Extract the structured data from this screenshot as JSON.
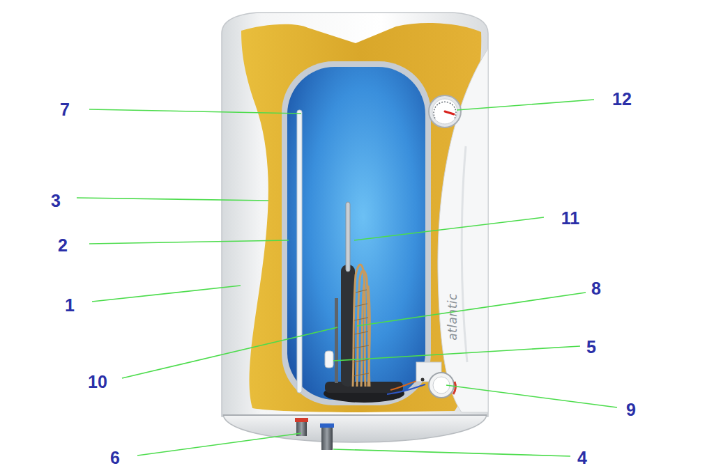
{
  "diagram": {
    "labels": [
      "7",
      "12",
      "3",
      "11",
      "2",
      "8",
      "1",
      "5",
      "10",
      "9",
      "6",
      "4",
      "atlantic"
    ]
  }
}
